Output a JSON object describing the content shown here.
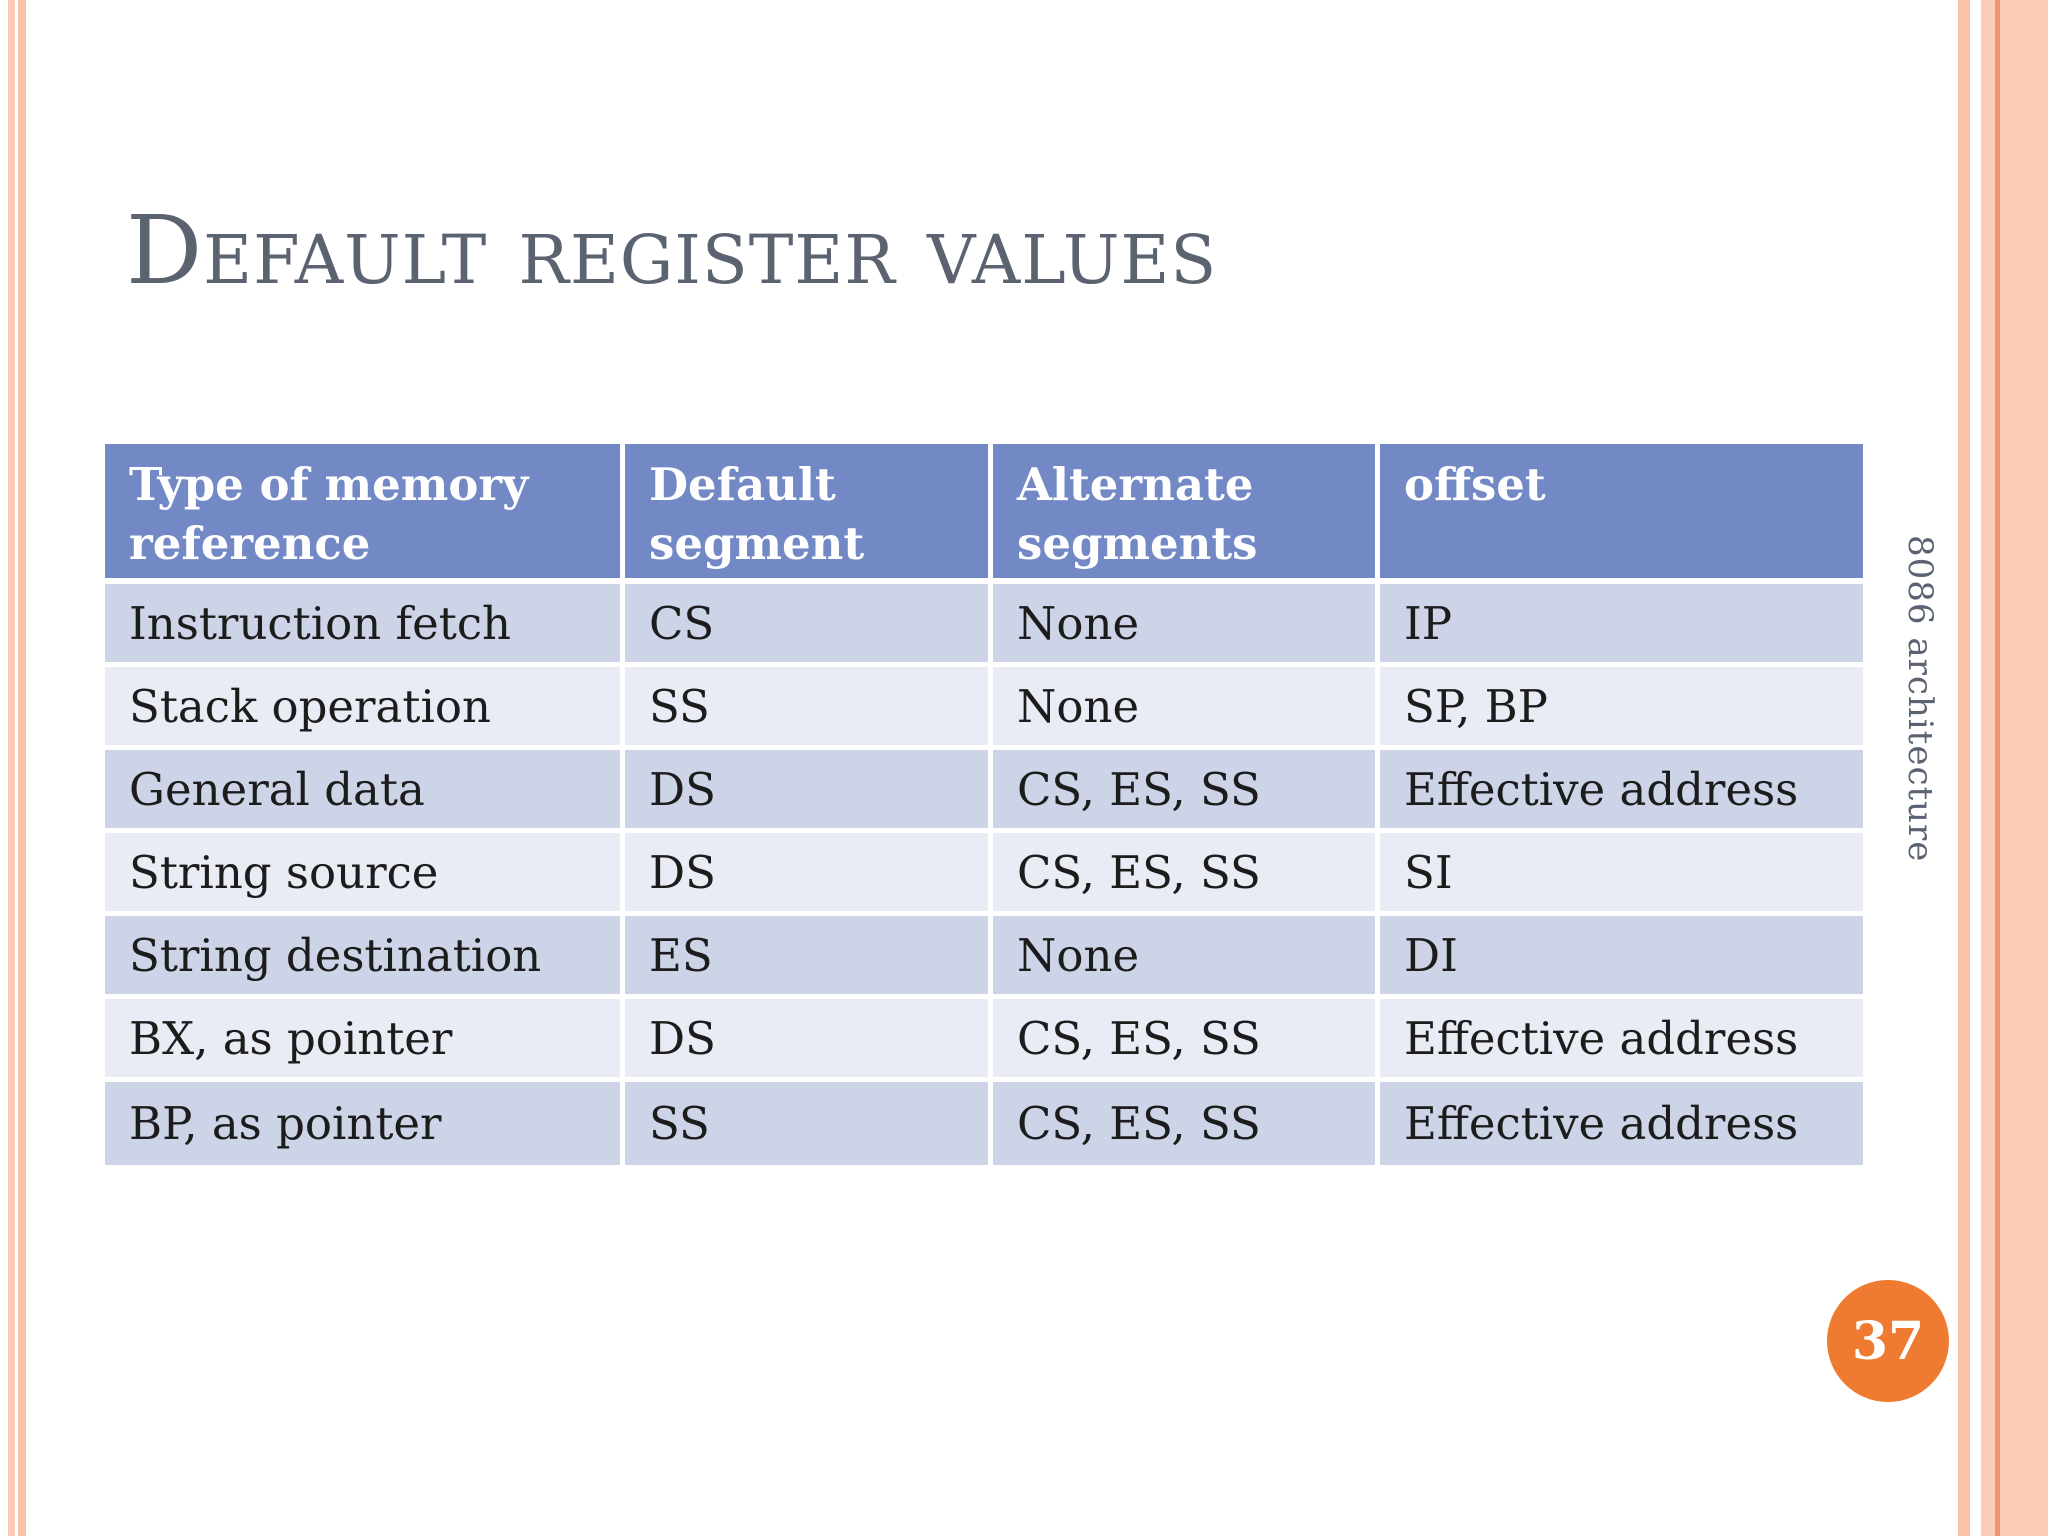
{
  "slide": {
    "title": "Default register values",
    "side_label": "8086 architecture",
    "page_number": "37"
  },
  "table": {
    "columns": [
      "Type of memory reference",
      "Default segment",
      "Alternate segments",
      "offset"
    ],
    "rows": [
      [
        "Instruction fetch",
        "CS",
        "None",
        "IP"
      ],
      [
        "Stack operation",
        "SS",
        "None",
        "SP, BP"
      ],
      [
        "General data",
        "DS",
        "CS, ES, SS",
        "Effective address"
      ],
      [
        "String source",
        "DS",
        "CS, ES, SS",
        "SI"
      ],
      [
        "String destination",
        "ES",
        "None",
        "DI"
      ],
      [
        "BX, as pointer",
        "DS",
        "CS, ES, SS",
        "Effective address"
      ],
      [
        "BP, as pointer",
        "SS",
        "CS, ES, SS",
        "Effective address"
      ]
    ]
  },
  "colors": {
    "header_bg": "#7289c6",
    "row_odd": "#cdd4e8",
    "row_even": "#e9ecf5",
    "title_text": "#5b6270",
    "side_text": "#5a6372",
    "accent_circle": "#ee7b31",
    "border_salmon": "#f9c3a9",
    "border_salmon_light": "#fbcdb9",
    "border_accent_line": "#f0956b",
    "header_text": "#ffffff",
    "body_text": "#1c1c1c"
  }
}
